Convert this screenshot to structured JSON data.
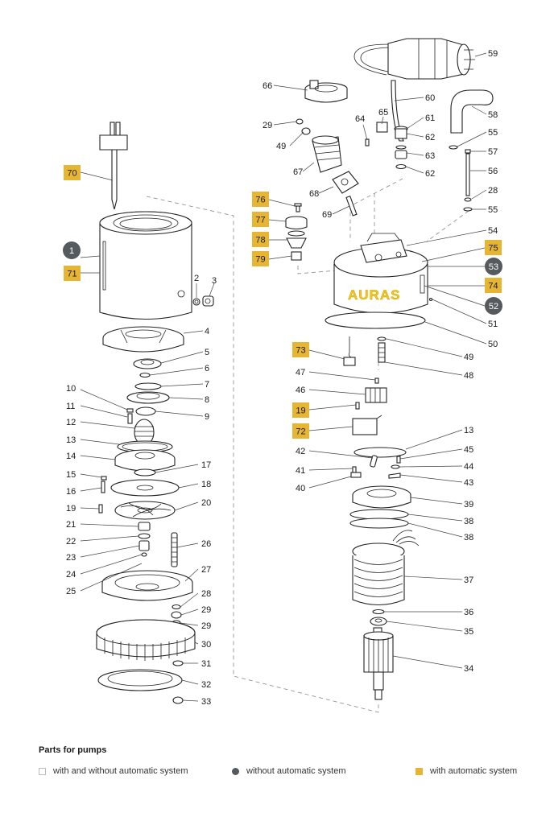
{
  "brand_text": "AURAS",
  "legend": {
    "title": "Parts for pumps",
    "items": [
      {
        "label": "with and without automatic system",
        "shape": "square-outline",
        "color": "#bbbbbb"
      },
      {
        "label": "without automatic system",
        "shape": "circle",
        "color": "#555a5e"
      },
      {
        "label": "with automatic system",
        "shape": "square",
        "color": "#e6b534"
      }
    ]
  },
  "colors": {
    "auto": "#e6b534",
    "non_auto": "#555a5e",
    "body": "#f5c518",
    "line": "#222222"
  },
  "labels": {
    "l1": "1",
    "l2": "2",
    "l3": "3",
    "l4": "4",
    "l5": "5",
    "l6": "6",
    "l7": "7",
    "l8": "8",
    "l9": "9",
    "l10": "10",
    "l11": "11",
    "l12": "12",
    "l13a": "13",
    "l13b": "13",
    "l14": "14",
    "l15": "15",
    "l16": "16",
    "l17": "17",
    "l18": "18",
    "l19a": "19",
    "l19b": "19",
    "l20": "20",
    "l21": "21",
    "l22": "22",
    "l23": "23",
    "l24": "24",
    "l25": "25",
    "l26": "26",
    "l27": "27",
    "l28a": "28",
    "l28b": "28",
    "l29a": "29",
    "l29b": "29",
    "l29c": "29",
    "l30": "30",
    "l31": "31",
    "l32": "32",
    "l33": "33",
    "l34": "34",
    "l35": "35",
    "l36": "36",
    "l37": "37",
    "l38a": "38",
    "l38b": "38",
    "l39": "39",
    "l40": "40",
    "l41": "41",
    "l42": "42",
    "l43": "43",
    "l44": "44",
    "l45": "45",
    "l46": "46",
    "l47": "47",
    "l48": "48",
    "l49a": "49",
    "l49b": "49",
    "l50": "50",
    "l51": "51",
    "l52": "52",
    "l53": "53",
    "l54": "54",
    "l55a": "55",
    "l55b": "55",
    "l56": "56",
    "l57": "57",
    "l58": "58",
    "l59": "59",
    "l60": "60",
    "l61": "61",
    "l62a": "62",
    "l62b": "62",
    "l63": "63",
    "l64": "64",
    "l65": "65",
    "l66": "66",
    "l67": "67",
    "l68": "68",
    "l69": "69",
    "l70": "70",
    "l71": "71",
    "l72": "72",
    "l73": "73",
    "l74": "74",
    "l75": "75",
    "l76": "76",
    "l77": "77",
    "l78": "78",
    "l79": "79"
  }
}
